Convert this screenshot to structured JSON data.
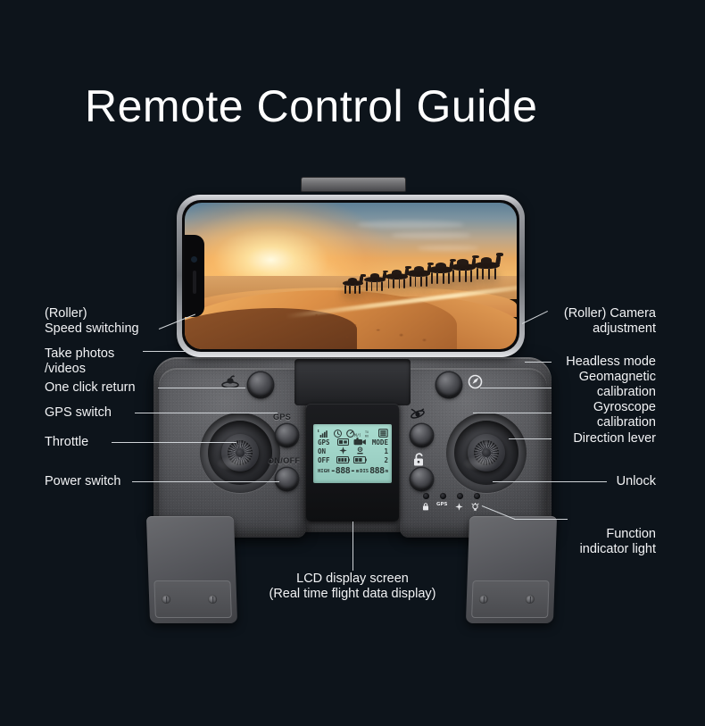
{
  "page": {
    "title": "Remote Control Guide",
    "background_color": "#0d141b",
    "text_color": "#f2f3f5",
    "leader_color": "#cfd3d7"
  },
  "phone": {
    "screen_scene": "desert-sunset-camel-caravan",
    "notch_side": "left",
    "holder_clamp": "phone-holder-clamp"
  },
  "labels_left": [
    {
      "id": "speed-switching",
      "text": "(Roller)\nSpeed switching"
    },
    {
      "id": "take-photos",
      "text": "Take photos\n/videos"
    },
    {
      "id": "one-click-return",
      "text": "One click return"
    },
    {
      "id": "gps-switch",
      "text": "GPS switch"
    },
    {
      "id": "throttle",
      "text": "Throttle"
    },
    {
      "id": "power-switch",
      "text": "Power switch"
    }
  ],
  "labels_right": [
    {
      "id": "camera-adjustment",
      "text": "(Roller) Camera\nadjustment"
    },
    {
      "id": "headless-mode",
      "text": "Headless mode"
    },
    {
      "id": "geomagnetic-calibration",
      "text": "Geomagnetic\ncalibration"
    },
    {
      "id": "gyroscope-calibration",
      "text": "Gyroscope\ncalibration"
    },
    {
      "id": "direction-lever",
      "text": "Direction lever"
    },
    {
      "id": "unlock",
      "text": "Unlock"
    },
    {
      "id": "function-indicator",
      "text": "Function\nindicator light"
    }
  ],
  "labels_bottom": [
    {
      "id": "lcd-display",
      "text": "LCD display screen\n(Real time flight data display)"
    }
  ],
  "controller": {
    "left_button_labels": {
      "gps": "GPS",
      "power": "ON/OFF"
    },
    "icons": {
      "return_home": "return-home-icon",
      "headless": "headless-mode-icon",
      "gyroscope": "gyroscope-icon",
      "unlock": "padlock-unlock-icon"
    }
  },
  "lcd": {
    "background_color": "#9ed2c6",
    "text_color": "#2b3533",
    "icon_row": [
      "signal-bars-icon",
      "clock-icon",
      "speed-icon",
      "rc-icon",
      "battery-icon"
    ],
    "rows": [
      {
        "c1": "GPS",
        "c2": "sd-card-icon",
        "c3": "camera-icon",
        "c4": "MODE"
      },
      {
        "c1": "ON",
        "c2": "compass-icon",
        "c3": "gps-sat-icon",
        "c4": "1"
      },
      {
        "c1": "OFF",
        "c2": "battery-rc-icon",
        "c3": "battery-drone-icon",
        "c4": "2"
      }
    ],
    "bottom": {
      "height_label": "HIGH",
      "height_value": "-888-",
      "height_unit": "m",
      "distance_label": "DIS",
      "distance_value": "888",
      "distance_unit": "m"
    }
  },
  "led_indicators": {
    "count": 4,
    "icons": [
      "lock-icon",
      "gps-icon",
      "compass-icon",
      "light-bulb-icon"
    ],
    "labels": [
      "",
      "GPS",
      "",
      ""
    ]
  }
}
